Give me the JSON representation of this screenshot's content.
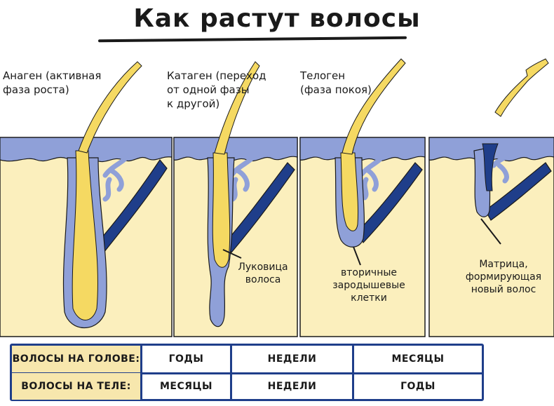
{
  "title": "Как растут волосы",
  "phases": [
    {
      "label_line1": "Анаген (активная",
      "label_line2": "фаза роста)",
      "label_line3": ""
    },
    {
      "label_line1": "Катаген (переход",
      "label_line2": "от одной фазы",
      "label_line3": "к другой)"
    },
    {
      "label_line1": "Телоген",
      "label_line2": "(фаза покоя)",
      "label_line3": ""
    }
  ],
  "annotations": {
    "bulb": [
      "Луковица",
      "волоса"
    ],
    "secondary": [
      "вторичные",
      "зародышевые",
      "клетки"
    ],
    "matrix": [
      "Матрица,",
      "формирующая",
      "новый волос"
    ]
  },
  "table": {
    "head_row": {
      "label": "ВОЛОСЫ НА ГОЛОВЕ:",
      "values": [
        "ГОДЫ",
        "НЕДЕЛИ",
        "МЕСЯЦЫ"
      ]
    },
    "body_row": {
      "label": "ВОЛОСЫ НА ТЕЛЕ:",
      "values": [
        "МЕСЯЦЫ",
        "НЕДЕЛИ",
        "ГОДЫ"
      ]
    }
  },
  "colors": {
    "skin": "#fbefbd",
    "epidermis": "#8fa0d8",
    "hair": "#f5d962",
    "muscle": "#1f3e8a",
    "outline": "#1a1a1a"
  }
}
